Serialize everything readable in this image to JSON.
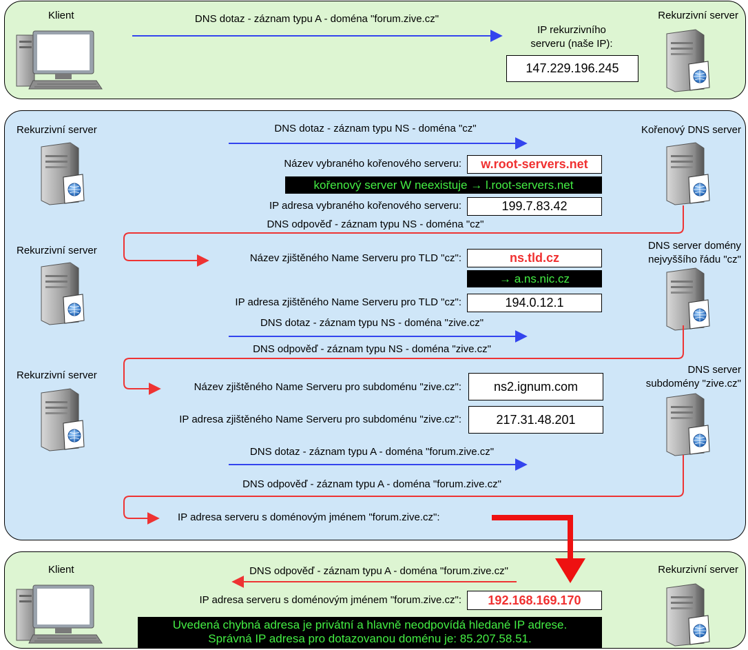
{
  "top": {
    "client_label": "Klient",
    "query_label": "DNS dotaz - záznam typu A - doména \"forum.zive.cz\"",
    "server_label": "Rekurzivní server",
    "ip_caption_line1": "IP rekurzivního",
    "ip_caption_line2": "serveru (naše IP):",
    "ip_value": "147.229.196.245"
  },
  "middle": {
    "step1": {
      "left_label": "Rekurzivní server",
      "right_label": "Kořenový DNS server",
      "query_label": "DNS dotaz - záznam typu NS - doména \"cz\"",
      "name_caption": "Název vybraného kořenového serveru:",
      "name_value": "w.root-servers.net",
      "correction": "kořenový server W neexistuje → l.root-servers.net",
      "ip_caption": "IP adresa vybraného kořenového serveru:",
      "ip_value": "199.7.83.42",
      "response_label": "DNS odpověď - záznam typu NS - doména \"cz\""
    },
    "step2": {
      "left_label": "Rekurzivní server",
      "right_label_line1": "DNS server domény",
      "right_label_line2": "nejvyššího řádu \"cz\"",
      "name_caption": "Název zjištěného Name Serveru pro TLD \"cz\":",
      "name_value": "ns.tld.cz",
      "correction": "→ a.ns.nic.cz",
      "ip_caption": "IP adresa zjištěného Name Serveru pro TLD \"cz\":",
      "ip_value": "194.0.12.1",
      "query_label": "DNS dotaz - záznam typu NS - doména \"zive.cz\"",
      "response_label": "DNS odpověď - záznam typu NS - doména \"zive.cz\""
    },
    "step3": {
      "left_label": "Rekurzivní server",
      "right_label_line1": "DNS server",
      "right_label_line2": "subdomény \"zive.cz\"",
      "name_caption": "Název zjištěného Name Serveru pro subdoménu \"zive.cz\":",
      "name_value": "ns2.ignum.com",
      "ip_caption": "IP adresa zjištěného Name Serveru pro subdoménu \"zive.cz\":",
      "ip_value": "217.31.48.201",
      "query_label": "DNS dotaz - záznam typu A - doména \"forum.zive.cz\"",
      "response_label": "DNS odpověď - záznam typu A - doména \"forum.zive.cz\"",
      "result_caption": "IP adresa serveru s doménovým jménem \"forum.zive.cz\":"
    }
  },
  "bottom": {
    "client_label": "Klient",
    "server_label": "Rekurzivní server",
    "response_label": "DNS odpověď - záznam typu A - doména \"forum.zive.cz\"",
    "ip_caption": "IP adresa serveru s doménovým jménem \"forum.zive.cz\":",
    "ip_value": "192.168.169.170",
    "note_line1": "Uvedená chybná adresa je privátní a hlavně neodpovídá hledané IP adrese.",
    "note_line2": "Správná IP adresa pro dotazovanou doménu je: 85.207.58.51."
  },
  "colors": {
    "green_panel": "#ddf5d2",
    "blue_panel": "#cfe6f8",
    "query_arrow": "#3344ee",
    "response_arrow": "#ee3333",
    "wrong_value": "#f03030",
    "correction_text": "#44ee44"
  },
  "icons": [
    "computer-icon",
    "server-icon"
  ]
}
